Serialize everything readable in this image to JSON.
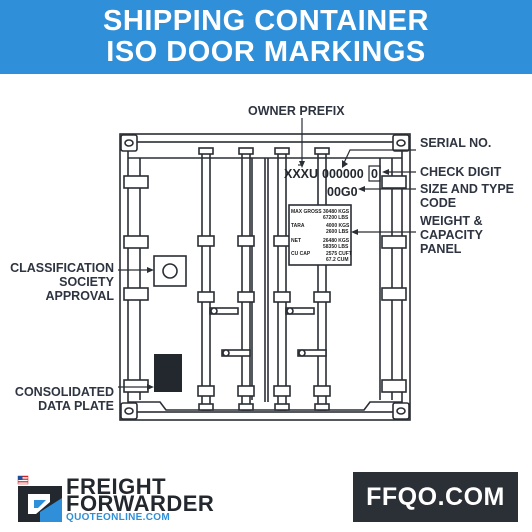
{
  "header": {
    "title_line1": "SHIPPING CONTAINER",
    "title_line2": "ISO DOOR MARKINGS",
    "background": "#2f8fd8"
  },
  "labels": {
    "owner_prefix": "OWNER PREFIX",
    "serial_no": "SERIAL NO.",
    "check_digit": "CHECK DIGIT",
    "size_type_1": "SIZE AND TYPE",
    "size_type_2": "CODE",
    "weight_1": "WEIGHT &",
    "weight_2": "CAPACITY",
    "weight_3": "PANEL",
    "class_1": "CLASSIFICATION",
    "class_2": "SOCIETY",
    "class_3": "APPROVAL",
    "data_1": "CONSOLIDATED",
    "data_2": "DATA PLATE"
  },
  "container_code": {
    "prefix": "XXXU",
    "serial": "000000",
    "check": "0",
    "size_type": "00G0"
  },
  "weight_panel": {
    "rows": [
      {
        "label": "MAX GROSS",
        "v1": "30480 KGS",
        "v2": "67200 LBS"
      },
      {
        "label": "TARA",
        "v1": "4000 KGS",
        "v2": "2600 LBS"
      },
      {
        "label": "NET",
        "v1": "26480 KGS",
        "v2": "58350 LBS"
      },
      {
        "label": "CU CAP",
        "v1": "2575 CUFT",
        "v2": "67.2 CUM"
      }
    ]
  },
  "footer": {
    "brand_line1": "FREIGHT",
    "brand_line2": "FORWARDER",
    "brand_line3": "QUOTEONLINE.COM",
    "badge": "FFQO.COM",
    "accent": "#2f8fd8",
    "dark": "#2b2f36"
  },
  "icons": {
    "flag": "us-flag-icon",
    "logo": "ffq-logo-icon"
  }
}
